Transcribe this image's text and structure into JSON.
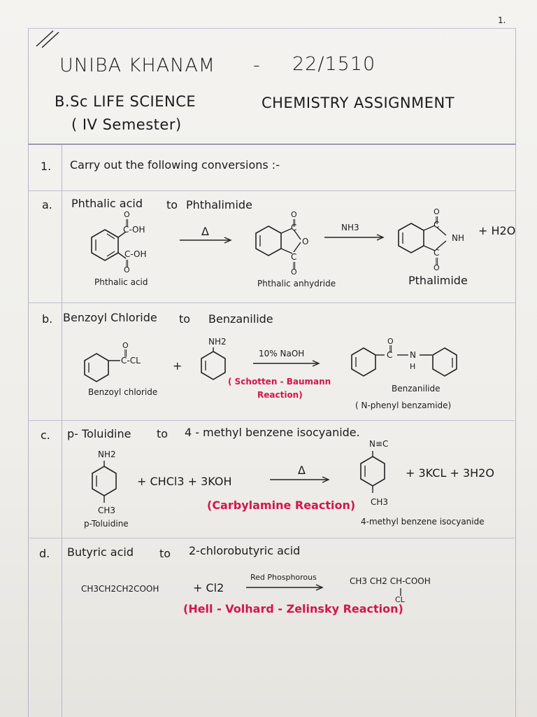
{
  "page_number": "1.",
  "header": {
    "name": "UNIBA KHANAM",
    "dash": "-",
    "roll": "22/1510",
    "course": "B.Sc LIFE SCIENCE",
    "semester": "( IV Semester)",
    "assignment": "CHEMISTRY ASSIGNMENT"
  },
  "question": {
    "number": "1.",
    "text": "Carry out the following conversions :-"
  },
  "parts": [
    {
      "label": "a.",
      "title_from": "Phthalic acid",
      "title_to_word": "to",
      "title_to": "Phthalimide",
      "reagent_1": "Δ",
      "reagent_2": "NH3",
      "byproduct": "+ H2O",
      "name_1": "Phthalic acid",
      "name_2": "Phthalic anhydride",
      "name_3": "Pthalimide",
      "groups": {
        "o": "O",
        "coh": "C-OH",
        "c_oh": "C-OH",
        "c": "C",
        "nh": "NH"
      }
    },
    {
      "label": "b.",
      "title_from": "Benzoyl Chloride",
      "title_to_word": "to",
      "title_to": "Benzanilide",
      "reagent_1": "10% NaOH",
      "plus": "+",
      "reaction": "( Schotten - Baumann Reaction)",
      "reaction_line1": "( Schotten - Baumann",
      "reaction_line2": "Reaction)",
      "name_1": "Benzoyl chloride",
      "name_2": "Benzanilide",
      "name_2b": "( N-phenyl benzamide)",
      "groups": {
        "o": "O",
        "ccl": "C-CL",
        "nh2": "NH2",
        "c": "C",
        "n": "N",
        "h": "H"
      }
    },
    {
      "label": "c.",
      "title_from": "p- Toluidine",
      "title_to_word": "to",
      "title_to": "4 - methyl benzene isocyanide.",
      "reagent_1": "Δ",
      "reactants": "+ CHCl3 + 3KOH",
      "products": "+ 3KCL + 3H2O",
      "reaction": "(Carbylamine Reaction)",
      "name_1": "p-Toluidine",
      "name_2": "4-methyl benzene isocyanide",
      "groups": {
        "nh2": "NH2",
        "ch3": "CH3",
        "nc": "N≡C",
        "ch3b": "CH3"
      }
    },
    {
      "label": "d.",
      "title_from": "Butyric acid",
      "title_to_word": "to",
      "title_to": "2-chlorobutyric acid",
      "reactant": "CH3CH2CH2COOH",
      "reactant_2": "+ Cl2",
      "reagent_1": "Red Phosphorous",
      "product": "CH3 CH2 CH-COOH",
      "product_sub": "CL",
      "reaction": "(Hell - Volhard - Zelinsky Reaction)"
    }
  ]
}
